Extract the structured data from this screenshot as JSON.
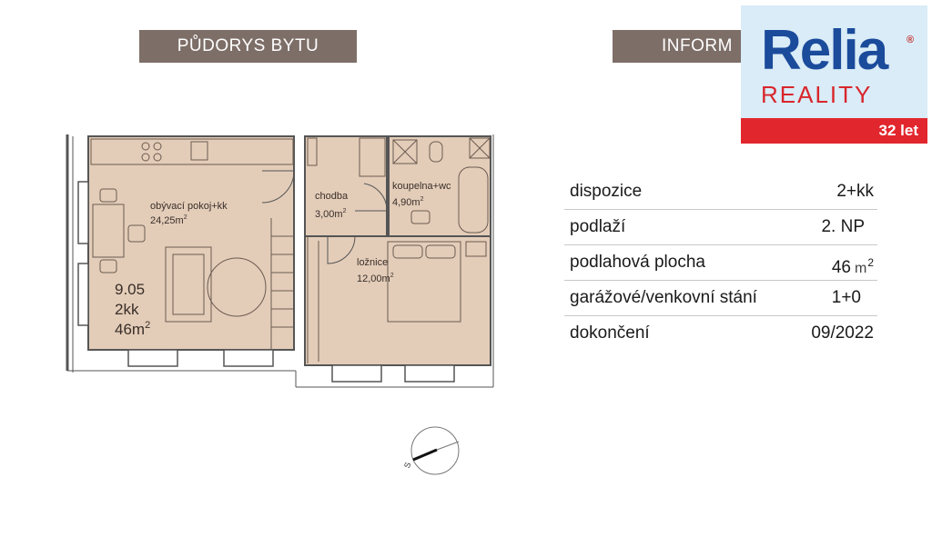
{
  "headers": {
    "plan": "PŮDORYS BYTU",
    "info": "INFORM"
  },
  "floorplan": {
    "rooms": [
      {
        "name": "obývací pokoj+kk",
        "area": "24,25m",
        "sup": "2"
      },
      {
        "name": "chodba",
        "area": "3,00m",
        "sup": "2"
      },
      {
        "name": "koupelna+wc",
        "area": "4,90m",
        "sup": "2"
      },
      {
        "name": "ložnice",
        "area": "12,00m",
        "sup": "2"
      }
    ],
    "unit_code": "9.05",
    "unit_type": "2kk",
    "unit_area": "46m",
    "unit_area_sup": "2",
    "compass_letter": "S"
  },
  "info_table": [
    {
      "label": "dispozice",
      "value": "2+kk"
    },
    {
      "label": "podlaží",
      "value": "2. NP"
    },
    {
      "label": "podlahová plocha",
      "value": "46",
      "unit": "m",
      "unit_sup": "2"
    },
    {
      "label": "garážové/venkovní stání",
      "value": "1+0"
    },
    {
      "label": "dokončení",
      "value": "09/2022"
    }
  ],
  "logo": {
    "word": "Relia",
    "registered": "®",
    "subtitle": "REALITY",
    "years": "32 let",
    "colors": {
      "blue": "#1b4b9b",
      "red": "#e2262d",
      "bg": "#d9ecf7"
    }
  },
  "colors": {
    "header_bg": "#7d6e68",
    "room_fill": "#e3cdb9",
    "wall": "#555555"
  }
}
